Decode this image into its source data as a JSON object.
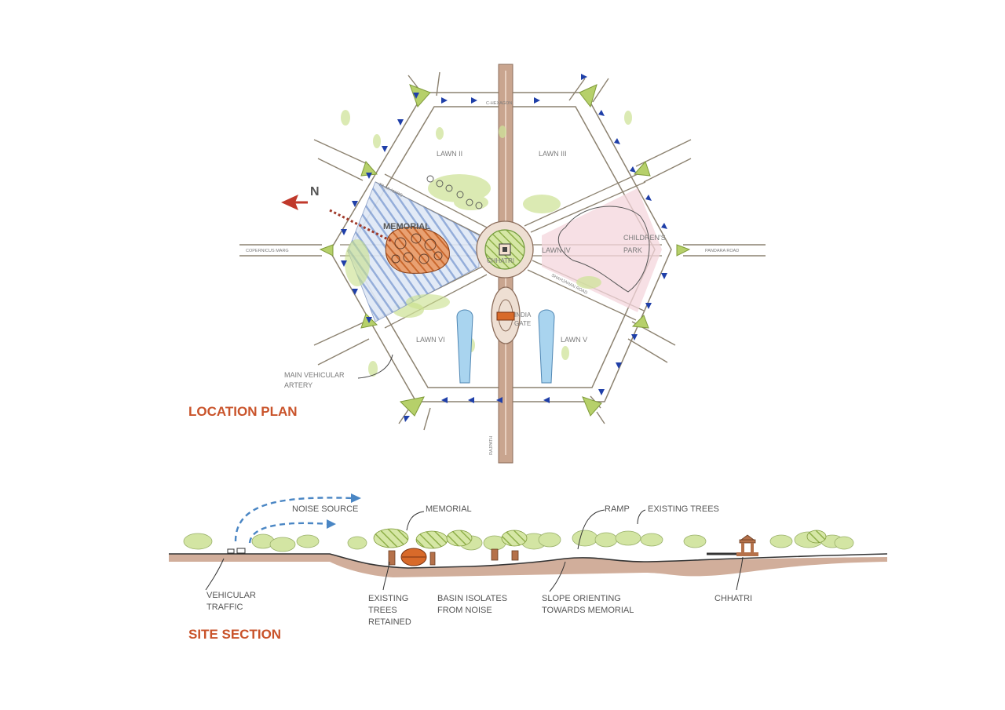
{
  "colors": {
    "title": "#c9532a",
    "road": "#9a8f7a",
    "arrow": "#1f3fa8",
    "lawn_tree": "#c8e08a",
    "hatch_blue": "#8aa6d6",
    "hatch_orange": "#c9682e",
    "pink_park": "#f4d6dc",
    "water": "#a9d4ef",
    "noise_arrow": "#4a86c4",
    "ground": "#b58a72",
    "green_island": "#b6d06a",
    "north": "#c0392b"
  },
  "plan": {
    "title": "LOCATION PLAN",
    "north": "N",
    "memorial": "MEMORIAL",
    "c_hexagon": "C-HEXAGON",
    "tilak_marg": "TILAK MARG",
    "copernicus_marg": "COPERNICUS MARG",
    "pandara_road": "PANDARA ROAD",
    "shahjahan_road": "SHAHJAHAN ROAD",
    "rajpath": "RAJPATH",
    "lawn_ii": "LAWN II",
    "lawn_iii": "LAWN III",
    "lawn_iv": "LAWN IV",
    "lawn_v": "LAWN V",
    "lawn_vi": "LAWN VI",
    "childrens_park_1": "CHILDREN'S",
    "childrens_park_2": "PARK",
    "chhatri": "CHHATRI",
    "india_gate_1": "INDIA",
    "india_gate_2": "GATE",
    "artery_1": "MAIN VEHICULAR",
    "artery_2": "ARTERY"
  },
  "section": {
    "title": "SITE SECTION",
    "noise_source": "NOISE SOURCE",
    "memorial": "MEMORIAL",
    "ramp": "RAMP",
    "existing_trees": "EXISTING TREES",
    "vehicular_1": "VEHICULAR",
    "vehicular_2": "TRAFFIC",
    "trees_retained_1": "EXISTING",
    "trees_retained_2": "TREES",
    "trees_retained_3": "RETAINED",
    "basin_1": "BASIN ISOLATES",
    "basin_2": "FROM NOISE",
    "slope_1": "SLOPE ORIENTING",
    "slope_2": "TOWARDS MEMORIAL",
    "chhatri": "CHHATRI"
  }
}
